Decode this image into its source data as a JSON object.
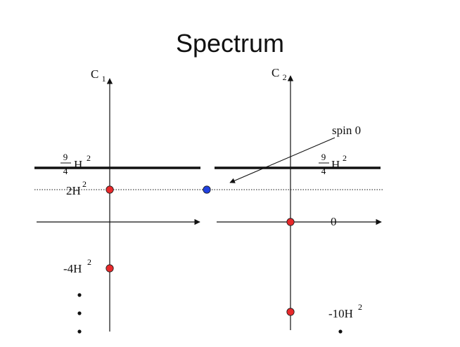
{
  "slide": {
    "title": "Spectrum"
  },
  "left_panel": {
    "axis_label": "C",
    "axis_subscript": "1",
    "labels": {
      "threshold": {
        "numerator": "9",
        "denominator": "4",
        "base": "H",
        "power": "2"
      },
      "dotted_level": {
        "base": "2H",
        "power": "2"
      },
      "negative_level": {
        "base": "-4H",
        "power": "2"
      }
    }
  },
  "right_panel": {
    "axis_label": "C",
    "axis_subscript": "2",
    "annotation": "spin 0",
    "labels": {
      "threshold": {
        "numerator": "9",
        "denominator": "4",
        "base": "H",
        "power": "2"
      },
      "zero_level": "0",
      "negative_level": {
        "base": "-10H",
        "power": "2"
      }
    }
  },
  "colors": {
    "point_red": "#e8292b",
    "point_blue": "#2141e0",
    "line": "#111111"
  }
}
